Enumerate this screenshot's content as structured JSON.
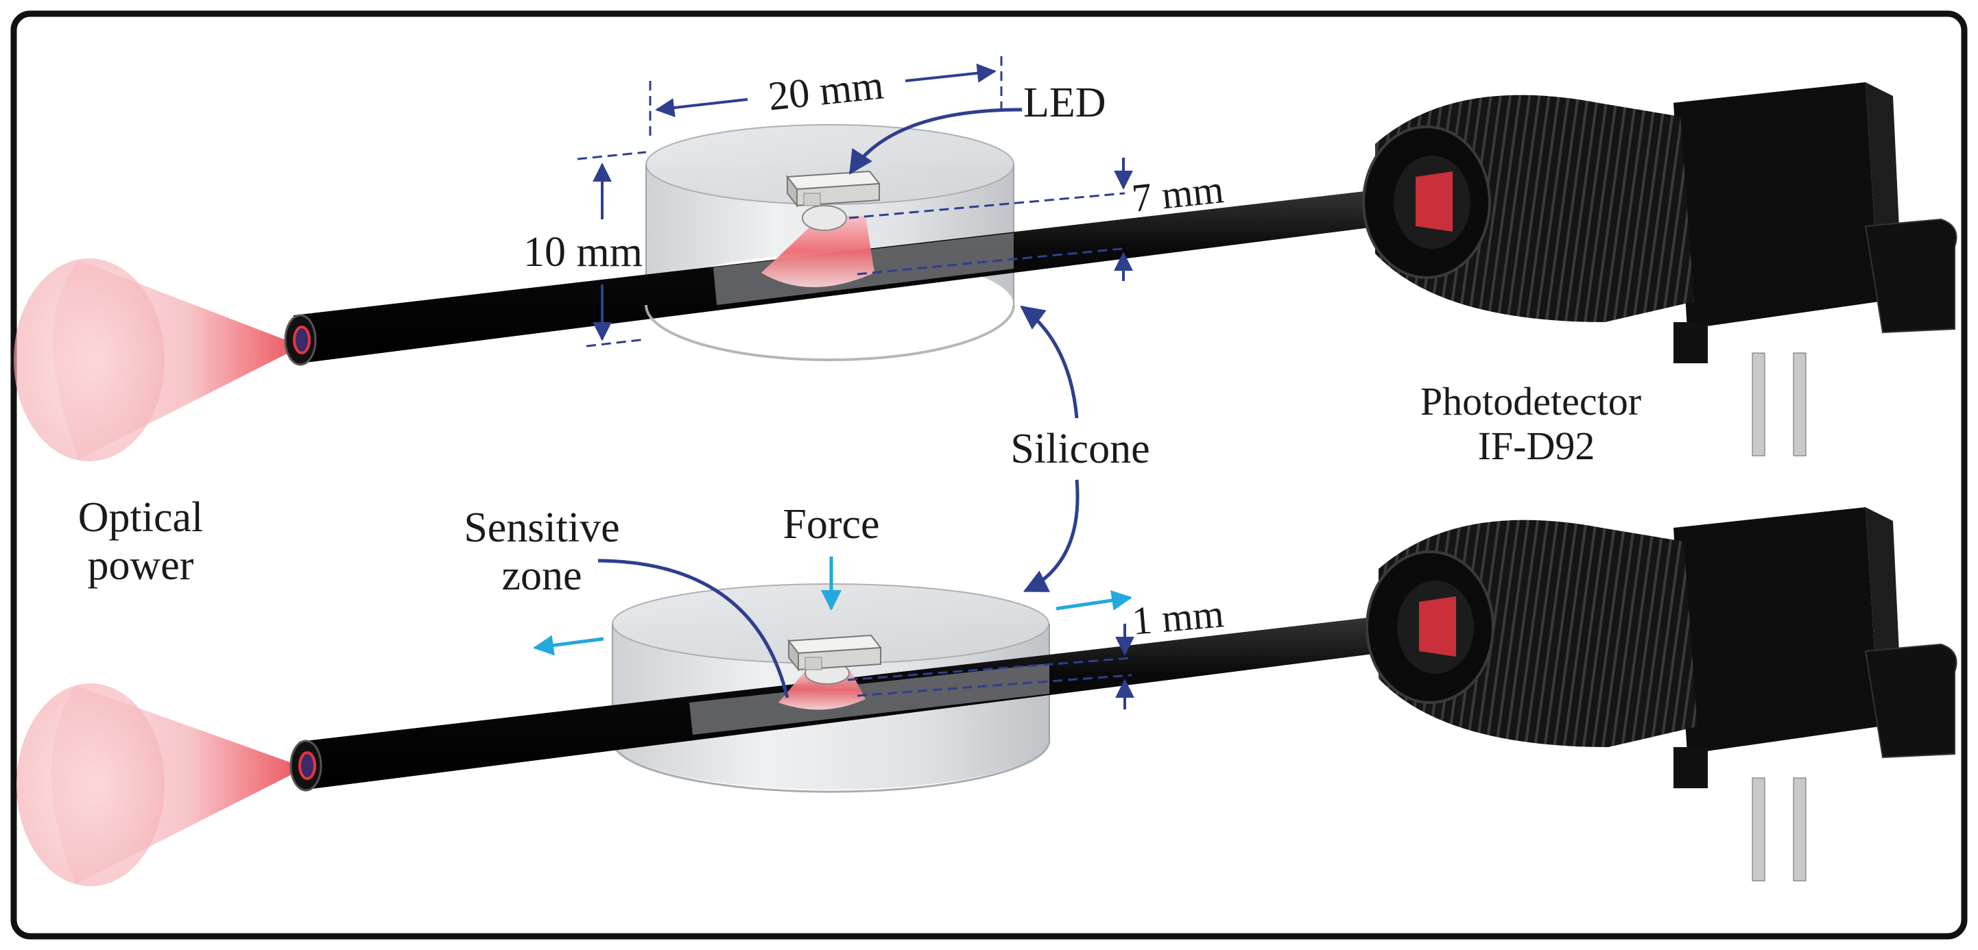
{
  "labels": {
    "dim_width": "20 mm",
    "led": "LED",
    "dim_height": "10 mm",
    "dim_top_gap": "7 mm",
    "photodetector_line1": "Photodetector",
    "photodetector_line2": "IF-D92",
    "silicone": "Silicone",
    "optical_line1": "Optical",
    "optical_line2": "power",
    "sensitive_line1": "Sensitive",
    "sensitive_line2": "zone",
    "force": "Force",
    "dim_bottom_gap": "1 mm"
  },
  "colors": {
    "annotation": "#2e3f8f",
    "force_arrow": "#22a9dd",
    "light": "#e8343e",
    "fiber": "#0c0c0c",
    "silicone": "#cfd2d6",
    "frame": "#111111"
  },
  "icons": {
    "led_component": "led-chip-icon",
    "photodetector": "photodetector-icon",
    "optical_fiber": "optical-fiber-icon",
    "light_cone": "light-cone-icon"
  }
}
